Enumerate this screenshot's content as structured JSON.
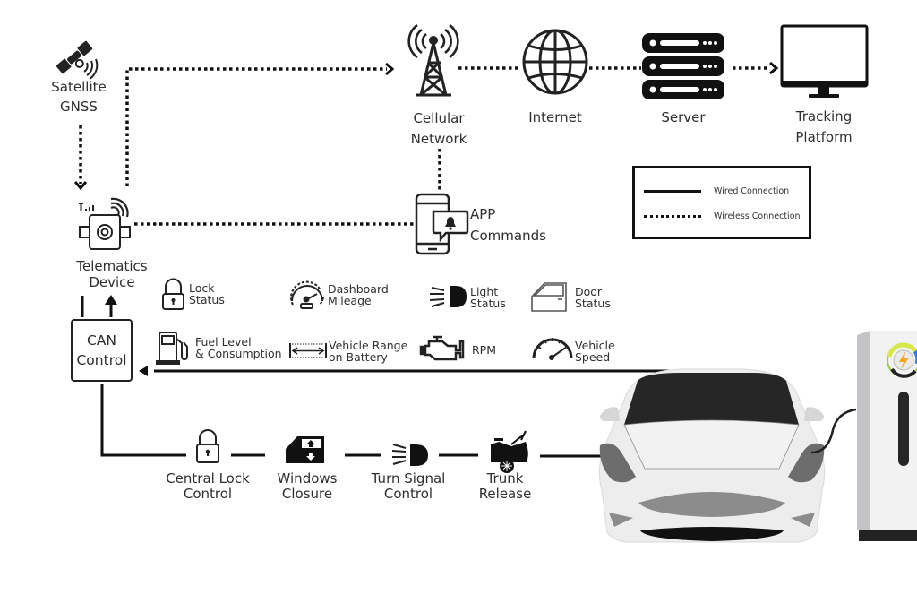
{
  "nodes": {
    "satellite": {
      "line1": "Satellite",
      "line2": "GNSS",
      "icon": "satellite-icon"
    },
    "telematics": {
      "line1": "Telematics",
      "line2": "Device",
      "icon": "telematics-device-icon"
    },
    "can": {
      "line1": "CAN",
      "line2": "Control"
    },
    "cellular": {
      "line1": "Cellular",
      "line2": "Network",
      "icon": "cell-tower-icon"
    },
    "internet": {
      "label": "Internet",
      "icon": "globe-icon"
    },
    "server": {
      "label": "Server",
      "icon": "server-icon"
    },
    "tracking": {
      "line1": "Tracking",
      "line2": "Platform",
      "icon": "monitor-icon"
    },
    "app": {
      "line1": "APP",
      "line2": "Commands",
      "icon": "smartphone-notification-icon"
    }
  },
  "legend": {
    "wired": "Wired Connection",
    "wireless": "Wireless Connection"
  },
  "data_signals": [
    {
      "line1": "Lock",
      "line2": "Status",
      "icon": "lock-icon"
    },
    {
      "line1": "Dashboard",
      "line2": "Mileage",
      "icon": "dashboard-gauge-icon"
    },
    {
      "line1": "Light",
      "line2": "Status",
      "icon": "headlight-icon"
    },
    {
      "line1": "Door",
      "line2": "Status",
      "icon": "car-door-icon"
    },
    {
      "line1": "Fuel Level",
      "line2": "& Consumption",
      "icon": "fuel-pump-icon"
    },
    {
      "line1": "Vehicle Range",
      "line2": "on Battery",
      "icon": "range-arrow-icon"
    },
    {
      "line1": "RPM",
      "line2": "",
      "icon": "engine-icon"
    },
    {
      "line1": "Vehicle",
      "line2": "Speed",
      "icon": "speedometer-icon"
    }
  ],
  "controls": [
    {
      "line1": "Central Lock",
      "line2": "Control",
      "icon": "lock-icon"
    },
    {
      "line1": "Windows",
      "line2": "Closure",
      "icon": "car-window-icon"
    },
    {
      "line1": "Turn Signal",
      "line2": "Control",
      "icon": "headlight-icon"
    },
    {
      "line1": "Trunk",
      "line2": "Release",
      "icon": "trunk-icon"
    }
  ],
  "colors": {
    "line": "#111111",
    "charger_accent_yellow": "#f5a623",
    "charger_ring_green": "#9ccc3c",
    "charger_ring_blue": "#2a7de1",
    "car_body": "#eeeeee",
    "car_glass": "#262626"
  }
}
